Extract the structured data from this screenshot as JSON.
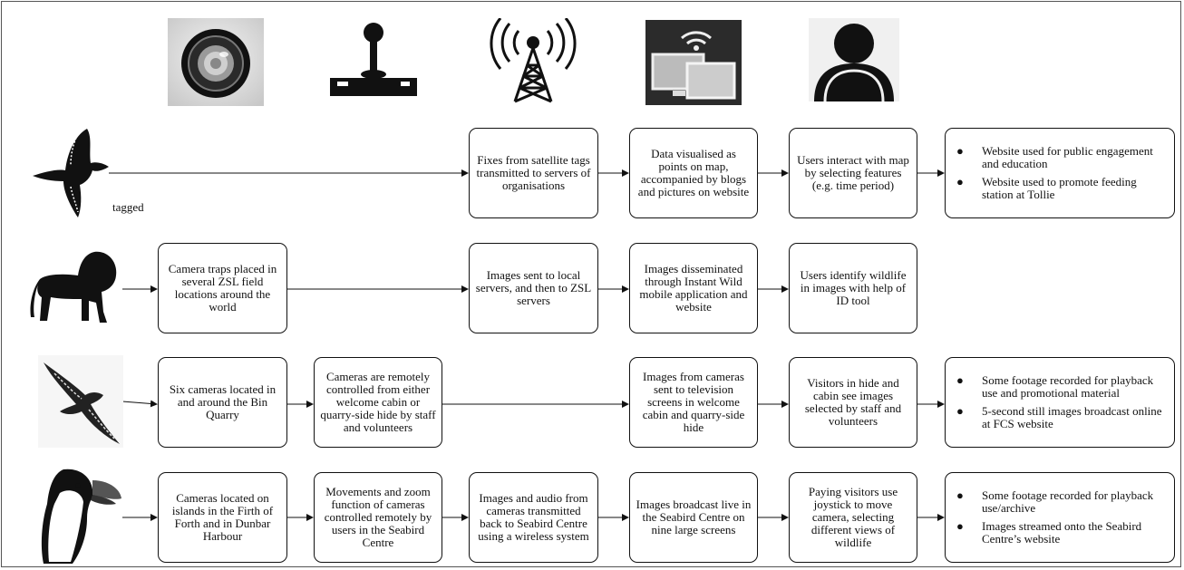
{
  "icons": {
    "row1": [
      "camera-lens-icon",
      "joystick-icon",
      "antenna-icon",
      "screens-icon",
      "person-icon"
    ],
    "animals": [
      "red-kite-icon",
      "lion-icon",
      "osprey-icon",
      "puffin-icon"
    ]
  },
  "row1": {
    "tagged_label": "tagged",
    "satellite": "Fixes from satellite tags transmitted to servers of organisations",
    "visualised": "Data visualised as points on map, accompanied by blogs and pictures on website",
    "interact": "Users interact with map by selecting features (e.g. time period)",
    "outcomes": [
      "Website used for public engagement and education",
      "Website used to promote feeding station at Tollie"
    ]
  },
  "row2": {
    "traps": "Camera traps placed in several ZSL field locations around the world",
    "servers": "Images sent to local servers, and then to ZSL servers",
    "disseminated": "Images disseminated through Instant Wild mobile application and website",
    "identify": "Users identify wildlife in images with help of ID tool"
  },
  "row3": {
    "six_cameras": "Six cameras located in and around the Bin Quarry",
    "remote": "Cameras are remotely controlled from either welcome cabin or quarry-side hide by staff and volunteers",
    "tv": "Images from cameras sent to television screens in welcome cabin and quarry-side hide",
    "visitors": "Visitors in hide and cabin see images selected by staff and volunteers",
    "outcomes": [
      "Some footage recorded for playback use and promotional material",
      "5-second still images broadcast online at FCS website"
    ]
  },
  "row4": {
    "located": "Cameras located on islands in the Firth of Forth and in Dunbar Harbour",
    "movements": "Movements and zoom function of cameras controlled remotely by users in the Seabird Centre",
    "audio": "Images and audio from cameras transmitted back to Seabird Centre using a wireless system",
    "broadcast": "Images broadcast live in the Seabird Centre on nine large screens",
    "paying": "Paying visitors use joystick to move camera, selecting different views of wildlife",
    "outcomes": [
      "Some footage recorded for playback use/archive",
      "Images streamed onto the Seabird Centre’s website"
    ]
  },
  "bullet_glyph": "●"
}
